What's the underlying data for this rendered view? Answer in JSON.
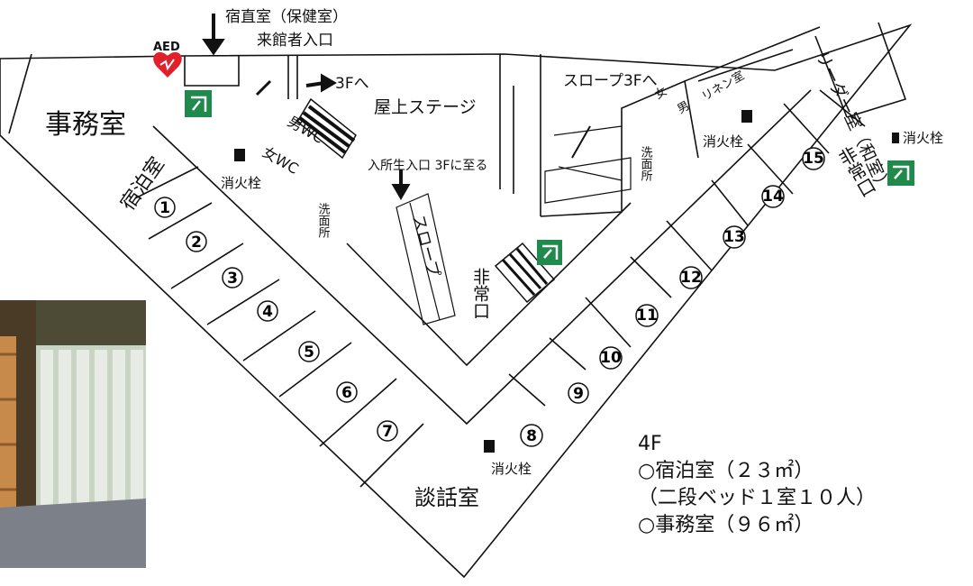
{
  "floor_label": "4F",
  "legend": [
    "○宿泊室（２３㎡）",
    "（二段ベッド１室１０人）",
    "○事務室（９６㎡）"
  ],
  "rooms": {
    "office": "事務室",
    "lodging": "宿泊室",
    "lounge": "談話室",
    "roof_stage": "屋上ステージ",
    "leader_room": "リーダー室（和室）",
    "linen": "リネン室",
    "mens_wc": "男WC",
    "womens_wc": "女WC",
    "mens_sm": "男",
    "womens_sm": "女"
  },
  "labels": {
    "night_duty": "宿直室（保健室）",
    "visitor_entrance": "来館者入口",
    "to_3f": "3Fへ",
    "slope_to_3f": "スロープ3Fへ",
    "entrant_entrance": "入所生入口 3Fに至る",
    "slope": "スロープ",
    "emergency_exit": "非常口",
    "hydrant": "消火栓",
    "washroom": "洗面所",
    "aed": "AED"
  },
  "room_numbers": [
    "1",
    "2",
    "3",
    "4",
    "5",
    "6",
    "7",
    "8",
    "9",
    "10",
    "11",
    "12",
    "13",
    "14",
    "15"
  ],
  "colors": {
    "exit_sign": "#1f8a4c",
    "aed_red": "#e0202a",
    "line": "#111111"
  }
}
